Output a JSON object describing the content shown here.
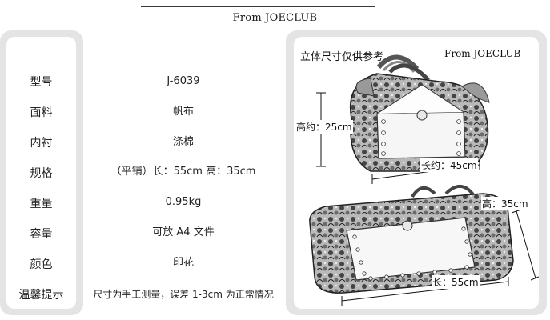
{
  "header": {
    "brand": "From JOECLUB"
  },
  "specs": [
    {
      "label": "型号",
      "value": "J-6039"
    },
    {
      "label": "面料",
      "value": "帆布"
    },
    {
      "label": "内衬",
      "value": "涤棉"
    },
    {
      "label": "规格",
      "value": "（平铺）长：55cm  高：35cm"
    },
    {
      "label": "重量",
      "value": "0.95kg"
    },
    {
      "label": "容量",
      "value": "可放 A4 文件"
    },
    {
      "label": "颜色",
      "value": "印花"
    },
    {
      "label": "温馨提示",
      "value": "尺寸为手工测量，误差 1-3cm 为正常情况"
    }
  ],
  "reference": {
    "title": "立体尺寸仅供参考",
    "brand": "From JOECLUB",
    "dims": {
      "height_3d": "高约：25cm",
      "length_3d": "长约：45cm",
      "height_flat": "高：35cm",
      "length_flat": "长：55cm"
    }
  }
}
